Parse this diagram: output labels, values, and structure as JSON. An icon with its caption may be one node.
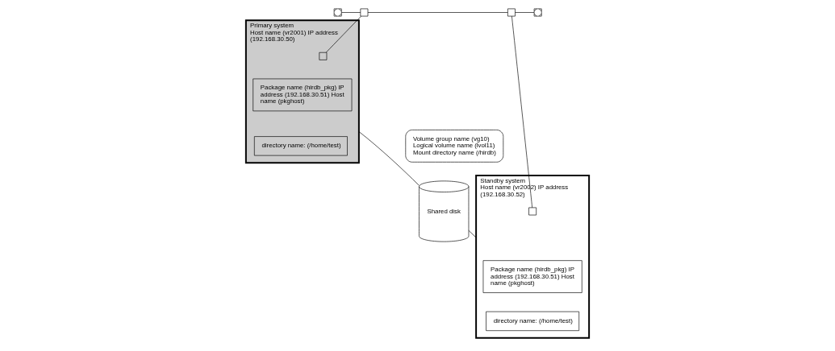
{
  "diagram": {
    "nodes": [
      {
        "text": [],
        "shape": "box"
      },
      {
        "text": [],
        "shape": "box"
      },
      {
        "text": [],
        "shape": "box"
      },
      {
        "text": [],
        "shape": "box"
      },
      {
        "text": [
          "Primary system",
          "Host name (vr2001) IP address (192.168.30.50)"
        ]
      },
      {
        "text": [],
        "shape": "box",
        "in": 4
      },
      {
        "text": [
          "Package name (hirdb_pkg) IP address (192.168.30.51) Host name (pkghost)"
        ],
        "in": 4
      },
      {
        "text": [
          "directory name: (/home/test)"
        ],
        "in": 4
      },
      {
        "text": [
          "Volume group name (vg10) Logical volume name (lvol11) Mount directory name (/hirdb)"
        ]
      },
      {
        "text": [
          "Shared disk"
        ]
      },
      {
        "text": [
          "Standby system",
          "Host name (vr2002) IP address (192.168.30.52)"
        ]
      },
      {
        "text": [],
        "shape": "box",
        "in": 10
      },
      {
        "text": [
          "Package name (hirdb_pkg) IP address (192.168.30.51) Host name (pkghost)"
        ],
        "in": 10
      },
      {
        "text": [
          "directory name: (/home/test)"
        ],
        "in": 10
      }
    ],
    "edges": [
      {
        "from": 0,
        "to": 1,
        "arrow": "none"
      },
      {
        "from": 1,
        "to": 2,
        "arrow": "none"
      },
      {
        "from": 2,
        "to": 3,
        "arrow": "none"
      },
      {
        "from": 1,
        "to": 5,
        "arrow": "none"
      },
      {
        "from": 2,
        "to": 11,
        "arrow": "none"
      },
      {
        "from": 4,
        "to": 9,
        "arrow": "none"
      },
      {
        "from": 9,
        "to": 10,
        "arrow": "none"
      }
    ]
  }
}
